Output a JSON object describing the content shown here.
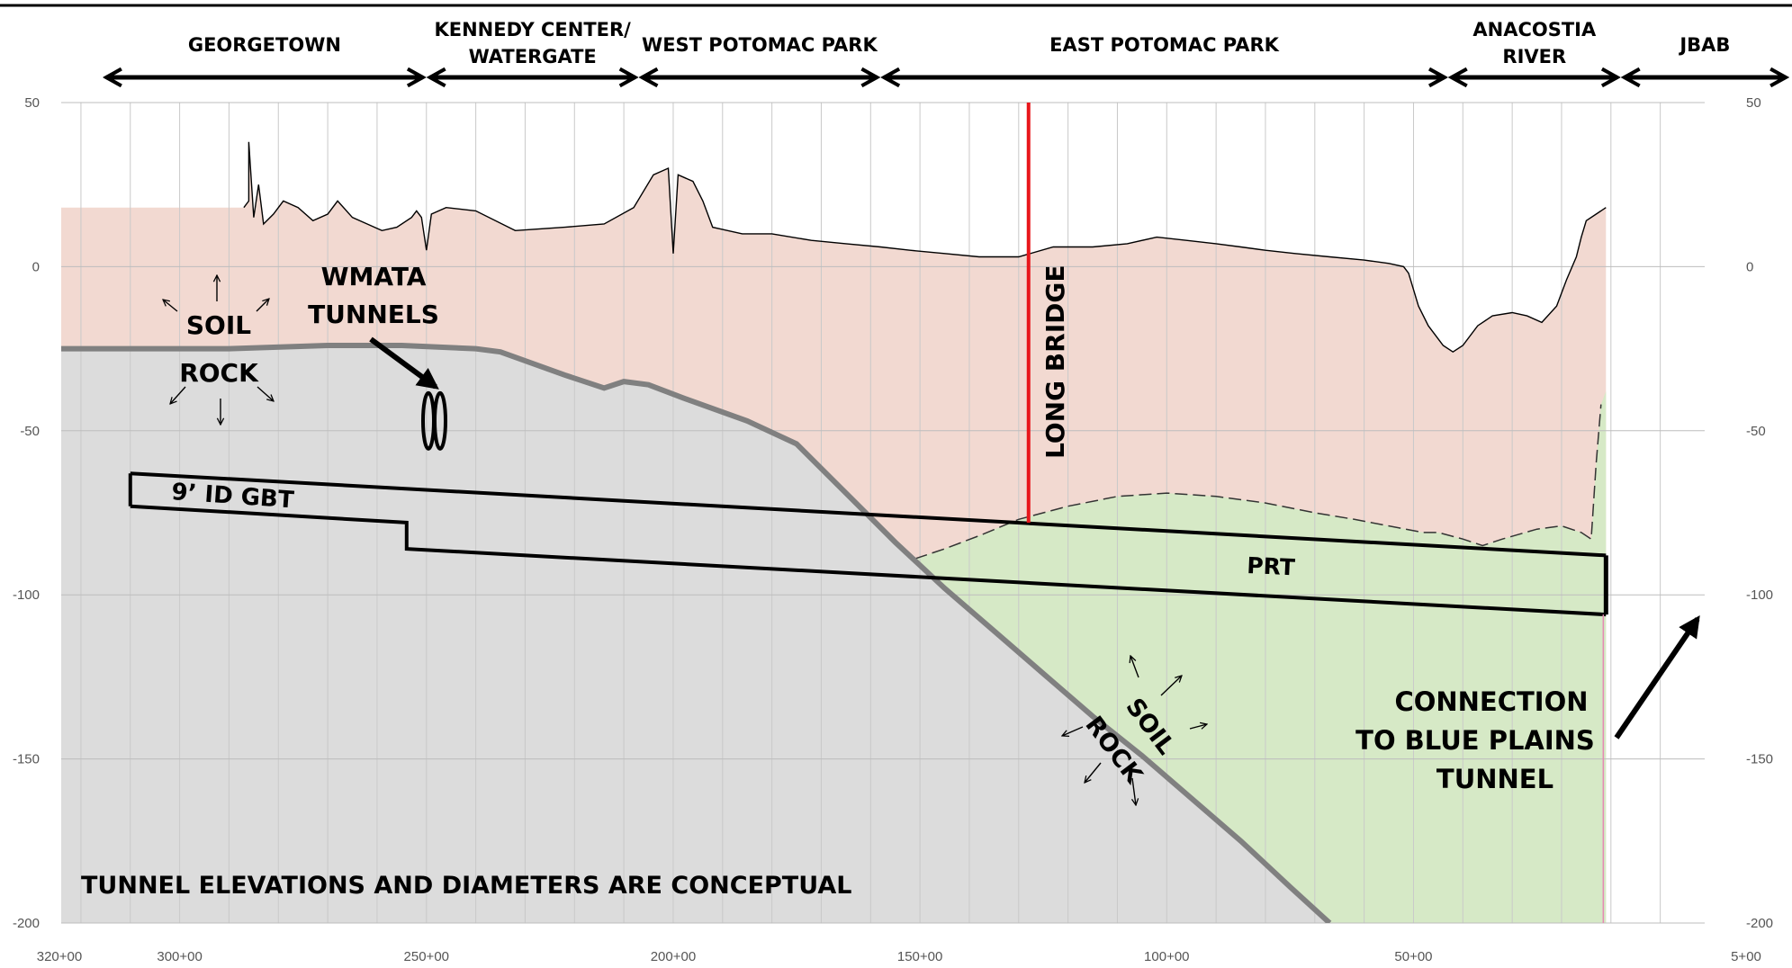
{
  "colors": {
    "soil": "#f2d9d1",
    "rock": "#dcdcdc",
    "green_soil": "#d6e9c6",
    "interface_line": "#808080",
    "long_bridge": "#e8161b",
    "frame": "#000000"
  },
  "regions": [
    {
      "id": "georgetown",
      "lines": [
        "GEORGETOWN"
      ],
      "start": 308,
      "end": 250
    },
    {
      "id": "kennedy",
      "lines": [
        "KENNEDY CENTER/",
        "WATERGATE"
      ],
      "start": 250,
      "end": 207
    },
    {
      "id": "west-potomac",
      "lines": [
        "WEST POTOMAC PARK"
      ],
      "start": 207,
      "end": 158
    },
    {
      "id": "east-potomac",
      "lines": [
        "EAST POTOMAC PARK"
      ],
      "start": 158,
      "end": 43
    },
    {
      "id": "anacostia",
      "lines": [
        "ANACOSTIA",
        "RIVER"
      ],
      "start": 43,
      "end": 8
    },
    {
      "id": "jbab",
      "lines": [
        "JBAB"
      ],
      "start": 8,
      "end": -9
    }
  ],
  "axes": {
    "station_ticks": [
      "320+00",
      "300+00",
      "250+00",
      "200+00",
      "150+00",
      "100+00",
      "50+00",
      "5+00"
    ],
    "elevation_ticks": [
      "50",
      "0",
      "-50",
      "-100",
      "-150",
      "-200"
    ]
  },
  "labels": {
    "soil_upper": "SOIL",
    "rock_upper": "ROCK",
    "wmata_line1": "WMATA",
    "wmata_line2": "TUNNELS",
    "gbt": "9’ ID GBT",
    "long_bridge": "LONG BRIDGE",
    "prt": "PRT",
    "soil_lower": "SOIL",
    "rock_lower": "ROCK",
    "connection_line1": "CONNECTION",
    "connection_line2": "TO BLUE PLAINS",
    "connection_line3": "TUNNEL",
    "note": "TUNNEL ELEVATIONS AND DIAMETERS ARE CONCEPTUAL"
  },
  "profile": {
    "ground_surface": [
      [
        324,
        18
      ],
      [
        287,
        18
      ],
      [
        286,
        20
      ],
      [
        286,
        37
      ],
      [
        286,
        38
      ],
      [
        285,
        15
      ],
      [
        284,
        25
      ],
      [
        283,
        13
      ],
      [
        281,
        16
      ],
      [
        279,
        20
      ],
      [
        276,
        18
      ],
      [
        273,
        14
      ],
      [
        270,
        16
      ],
      [
        268,
        20
      ],
      [
        265,
        15
      ],
      [
        262,
        13
      ],
      [
        259,
        11
      ],
      [
        256,
        12
      ],
      [
        253,
        15
      ],
      [
        252,
        17
      ],
      [
        251,
        15
      ],
      [
        250,
        5
      ],
      [
        249,
        16
      ],
      [
        246,
        18
      ],
      [
        240,
        17
      ],
      [
        232,
        11
      ],
      [
        222,
        12
      ],
      [
        214,
        13
      ],
      [
        208,
        18
      ],
      [
        204,
        28
      ],
      [
        201,
        30
      ],
      [
        200,
        4
      ],
      [
        199,
        28
      ],
      [
        196,
        26
      ],
      [
        194,
        20
      ],
      [
        192,
        12
      ],
      [
        186,
        10
      ],
      [
        180,
        10
      ],
      [
        172,
        8
      ],
      [
        165,
        7
      ],
      [
        158,
        6
      ],
      [
        152,
        5
      ],
      [
        145,
        4
      ],
      [
        138,
        3
      ],
      [
        130,
        3
      ],
      [
        123,
        6
      ],
      [
        115,
        6
      ],
      [
        108,
        7
      ],
      [
        102,
        9
      ],
      [
        96,
        8
      ],
      [
        90,
        7
      ],
      [
        85,
        6
      ],
      [
        80,
        5
      ],
      [
        74,
        4
      ],
      [
        67,
        3
      ],
      [
        60,
        2
      ],
      [
        55,
        1
      ],
      [
        52,
        0
      ],
      [
        51,
        -2
      ],
      [
        49,
        -12
      ],
      [
        47,
        -18
      ],
      [
        44,
        -24
      ],
      [
        42,
        -26
      ],
      [
        40,
        -24
      ],
      [
        37,
        -18
      ],
      [
        34,
        -15
      ],
      [
        30,
        -14
      ],
      [
        27,
        -15
      ],
      [
        24,
        -17
      ],
      [
        21,
        -12
      ],
      [
        19,
        -4
      ],
      [
        17,
        3
      ],
      [
        16,
        9
      ],
      [
        15,
        14
      ],
      [
        13,
        16
      ],
      [
        11,
        18
      ]
    ],
    "rock_surface": [
      [
        324,
        -25
      ],
      [
        310,
        -25
      ],
      [
        290,
        -25
      ],
      [
        270,
        -24
      ],
      [
        255,
        -24
      ],
      [
        240,
        -25
      ],
      [
        235,
        -26
      ],
      [
        222,
        -33
      ],
      [
        214,
        -37
      ],
      [
        210,
        -35
      ],
      [
        205,
        -36
      ],
      [
        198,
        -40
      ],
      [
        185,
        -47
      ],
      [
        175,
        -54
      ],
      [
        165,
        -69
      ],
      [
        155,
        -84
      ],
      [
        145,
        -98
      ],
      [
        135,
        -111
      ],
      [
        125,
        -124
      ],
      [
        115,
        -137
      ],
      [
        105,
        -149
      ],
      [
        95,
        -162
      ],
      [
        85,
        -175
      ],
      [
        75,
        -189
      ],
      [
        67,
        -200
      ]
    ],
    "green_top": [
      [
        151,
        -89
      ],
      [
        145,
        -86
      ],
      [
        138,
        -82
      ],
      [
        130,
        -77
      ],
      [
        120,
        -73
      ],
      [
        110,
        -70
      ],
      [
        100,
        -69
      ],
      [
        90,
        -70
      ],
      [
        80,
        -72
      ],
      [
        70,
        -75
      ],
      [
        62,
        -77
      ],
      [
        55,
        -79
      ],
      [
        48,
        -81
      ],
      [
        45,
        -81
      ],
      [
        40,
        -83
      ],
      [
        36,
        -85
      ],
      [
        32,
        -83
      ],
      [
        25,
        -80
      ],
      [
        20,
        -79
      ],
      [
        16,
        -81
      ],
      [
        14,
        -83
      ],
      [
        13,
        -60
      ],
      [
        12,
        -42
      ],
      [
        11,
        -38
      ],
      [
        11,
        -200
      ]
    ],
    "gbt_top": [
      [
        310,
        -63
      ],
      [
        11,
        -88
      ]
    ],
    "gbt_bottom": [
      [
        310,
        -73
      ],
      [
        254,
        -78
      ],
      [
        254,
        -86
      ],
      [
        11,
        -106
      ]
    ],
    "long_bridge_station": 128,
    "long_bridge_bottom": -78,
    "wmata_station": 248.5,
    "wmata_elevation": -47
  }
}
